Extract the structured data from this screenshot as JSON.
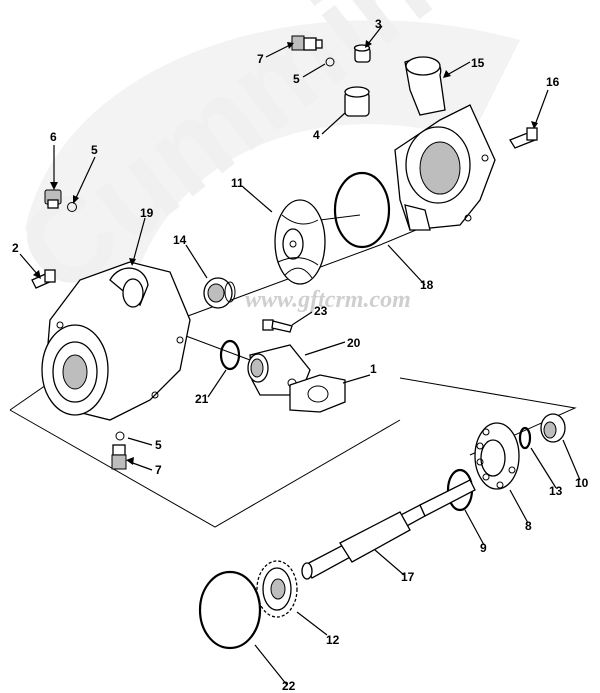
{
  "watermark": {
    "brand": "Cummins",
    "site": "www.gftcrm.com"
  },
  "callouts": [
    {
      "id": "c3a",
      "label": "3"
    },
    {
      "id": "c7a",
      "label": "7"
    },
    {
      "id": "c5a",
      "label": "5"
    },
    {
      "id": "c15",
      "label": "15"
    },
    {
      "id": "c16",
      "label": "16"
    },
    {
      "id": "c4",
      "label": "4"
    },
    {
      "id": "c6",
      "label": "6"
    },
    {
      "id": "c5b",
      "label": "5"
    },
    {
      "id": "c11",
      "label": "11"
    },
    {
      "id": "c19",
      "label": "19"
    },
    {
      "id": "c2",
      "label": "2"
    },
    {
      "id": "c14",
      "label": "14"
    },
    {
      "id": "c18",
      "label": "18"
    },
    {
      "id": "c23",
      "label": "23"
    },
    {
      "id": "c20",
      "label": "20"
    },
    {
      "id": "c21",
      "label": "21"
    },
    {
      "id": "c1",
      "label": "1"
    },
    {
      "id": "c5c",
      "label": "5"
    },
    {
      "id": "c7b",
      "label": "7"
    },
    {
      "id": "c10",
      "label": "10"
    },
    {
      "id": "c13",
      "label": "13"
    },
    {
      "id": "c8",
      "label": "8"
    },
    {
      "id": "c9",
      "label": "9"
    },
    {
      "id": "c17",
      "label": "17"
    },
    {
      "id": "c12",
      "label": "12"
    },
    {
      "id": "c22",
      "label": "22"
    }
  ]
}
